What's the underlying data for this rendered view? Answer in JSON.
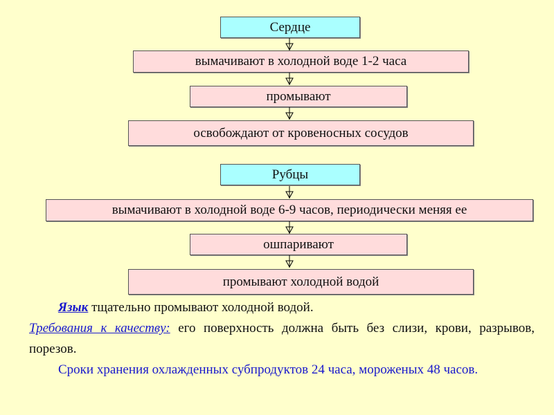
{
  "colors": {
    "background": "#ffffcc",
    "header_box": "#aaffff",
    "step_box": "#ffdcdc",
    "accent_text": "#1a1acc"
  },
  "flow1": {
    "title": "Сердце",
    "steps": [
      "вымачивают в холодной воде 1-2 часа",
      "промывают",
      "освобождают от кровеносных сосудов"
    ]
  },
  "flow2": {
    "title": "Рубцы",
    "steps": [
      "вымачивают в холодной воде 6-9 часов, периодически меняя ее",
      "ошпаривают",
      "промывают холодной водой"
    ]
  },
  "text": {
    "p1_keyword": "Язык",
    "p1_rest": " тщательно промывают холодной водой.",
    "p2_keyword": "Требования к качеству:",
    "p2_rest": " его поверхность должна быть без слизи, крови, разрывов, порезов.",
    "p3": "Сроки хранения охлажденных субпродуктов 24 часа, мороженых 48 часов."
  }
}
